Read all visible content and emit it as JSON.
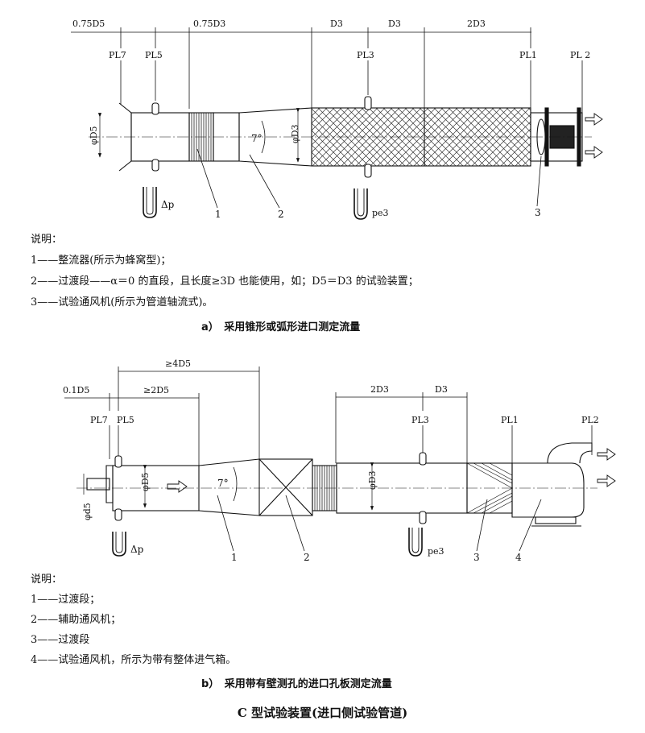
{
  "diagram_a": {
    "dims_top": [
      "0.75D5",
      "0.75D3",
      "D3",
      "D3",
      "2D3"
    ],
    "planes": [
      "PL7",
      "PL5",
      "PL3",
      "PL1",
      "PL 2"
    ],
    "labels": {
      "dia5": "φD5",
      "dia3": "φD3",
      "angle": "7°",
      "dp": "Δp",
      "pe3": "pe3"
    },
    "callouts": [
      "1",
      "2",
      "3"
    ],
    "notes_title": "说明：",
    "notes": [
      "1——整流器(所示为蜂窝型)；",
      "2——过渡段——α＝0 的直段，且长度≥3D 也能使用，如；D5＝D3 的试验装置；",
      "3——试验通风机(所示为管道轴流式)。"
    ],
    "caption": "a）　采用锥形或弧形进口测定流量"
  },
  "diagram_b": {
    "dims_top": [
      "≥4D5",
      "0.1D5",
      "≥2D5",
      "2D3",
      "D3"
    ],
    "planes": [
      "PL7",
      "PL5",
      "PL3",
      "PL1",
      "PL2"
    ],
    "labels": {
      "dia5": "φD5",
      "dia3": "φD3",
      "d5": "φd5",
      "angle": "7°",
      "dp": "Δp",
      "pe3": "pe3"
    },
    "callouts": [
      "1",
      "2",
      "3",
      "4"
    ],
    "notes_title": "说明：",
    "notes": [
      "1——过渡段；",
      "2——辅助通风机；",
      "3——过渡段",
      "4——试验通风机，所示为带有整体进气箱。"
    ],
    "caption": "b）　采用带有壁测孔的进口孔板测定流量"
  },
  "figure_title": "C 型试验装置(进口侧试验管道)"
}
